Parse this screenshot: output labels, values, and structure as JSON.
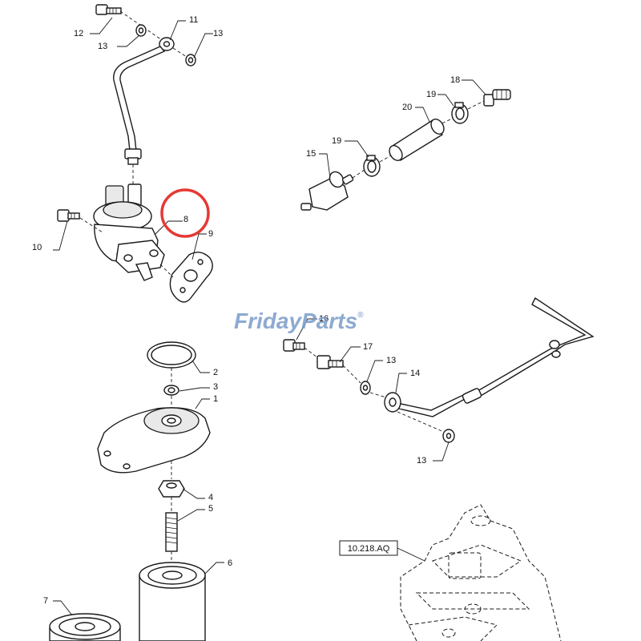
{
  "watermark": {
    "text_a": "Friday",
    "text_b": "Parts",
    "mark": "®",
    "color": "#7a9cc9"
  },
  "highlight": {
    "target_callout": "8",
    "color": "#e53935"
  },
  "callouts": {
    "c1": "1",
    "c2": "2",
    "c3": "3",
    "c4": "4",
    "c5": "5",
    "c6": "6",
    "c7": "7",
    "c8": "8",
    "c9": "9",
    "c10": "10",
    "c11": "11",
    "c12": "12",
    "c13a": "13",
    "c13b": "13",
    "c13c": "13",
    "c13d": "13",
    "c14": "14",
    "c15": "15",
    "c16": "16",
    "c17": "17",
    "c18": "18",
    "c19a": "19",
    "c19b": "19",
    "c20": "20"
  },
  "reference": {
    "label": "10.218.AQ"
  }
}
